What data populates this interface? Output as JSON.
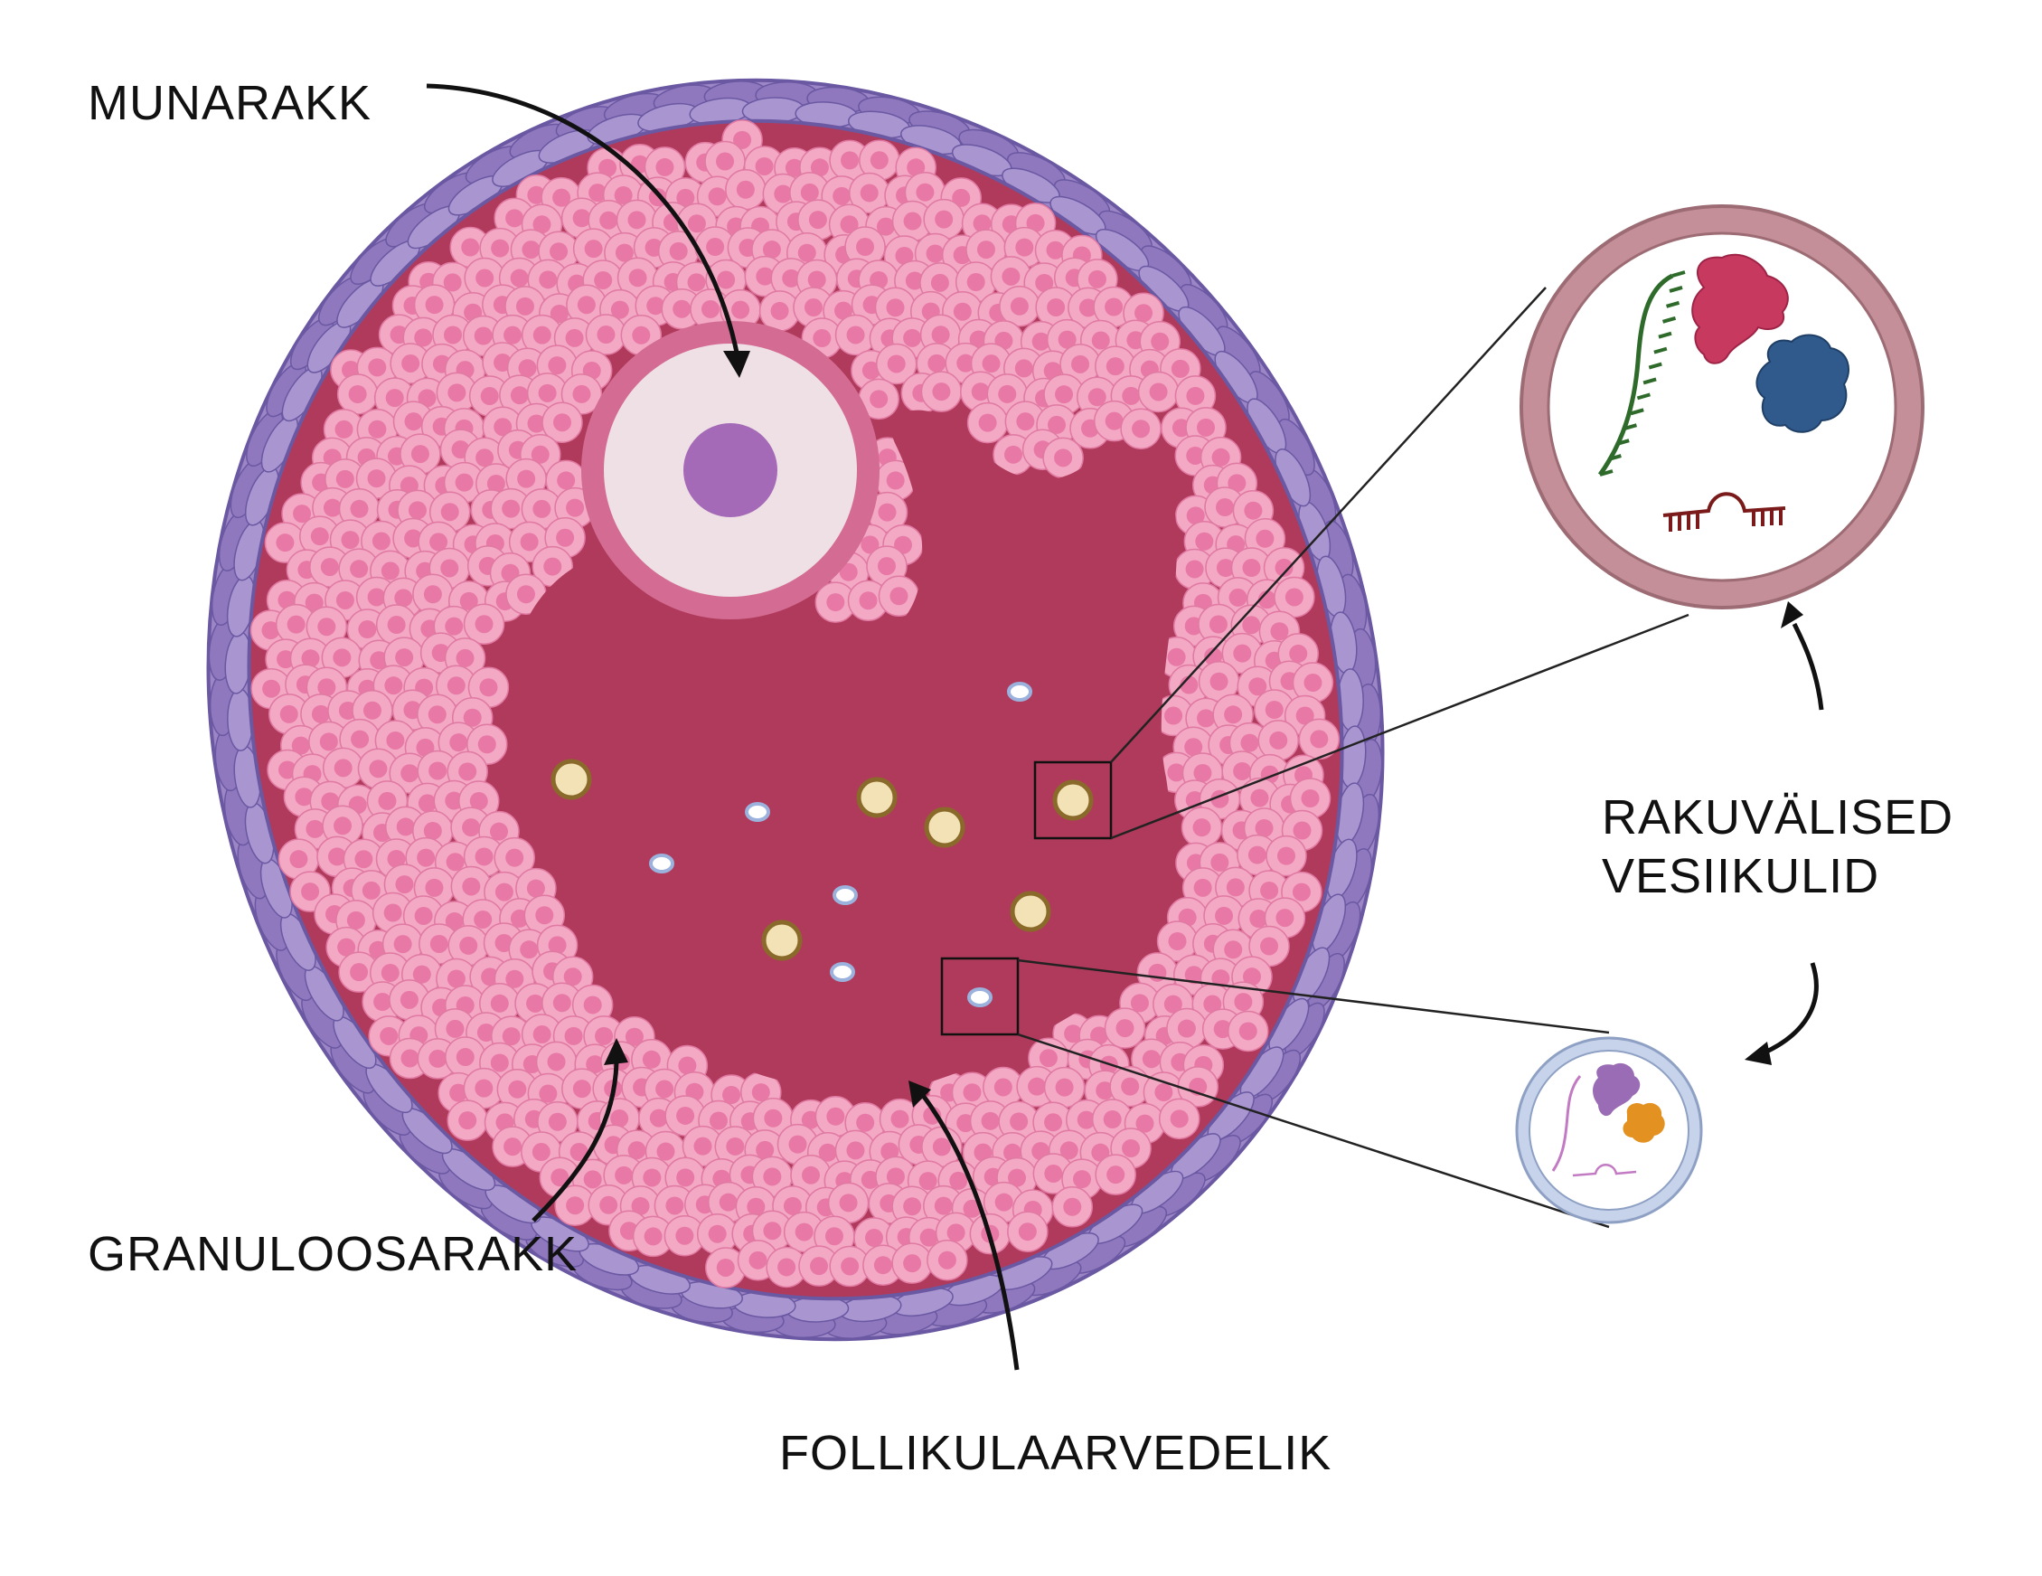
{
  "labels": {
    "oocyte": "MUNARAKK",
    "granulosa_cell": "GRANULOOSARAKK",
    "follicular_fluid": "FOLLIKULAARVEDELIK",
    "extracellular_vesicles_line1": "RAKUVÄLISED",
    "extracellular_vesicles_line2": "VESIIKULID"
  },
  "colors": {
    "theca": "#9d86c6",
    "theca_dark": "#6a58a3",
    "fluid": "#b03a5b",
    "granulosa_fill": "#f3a8c4",
    "granulosa_nucleus": "#e879a6",
    "oocyte_zona": "#d36b92",
    "oocyte_cytoplasm": "#efe0e5",
    "oocyte_nucleus": "#a46ab8",
    "large_vesicle": "#f3e2b6",
    "small_vesicle": "#c9d7ef",
    "protein_red": "#c8395f",
    "protein_blue": "#2f5a8b",
    "protein_purple": "#9b6cb6",
    "protein_orange": "#e39221"
  }
}
